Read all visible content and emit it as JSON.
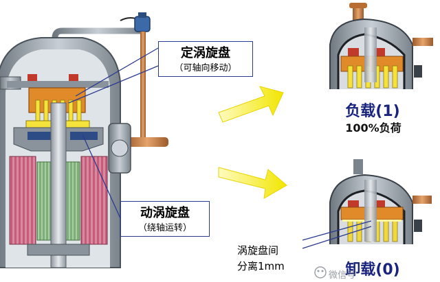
{
  "labels": {
    "fixed_scroll": "定涡旋盘",
    "fixed_scroll_note": "（可轴向移动）",
    "orbiting_scroll": "动涡旋盘",
    "orbiting_scroll_note": "（绕轴运转）",
    "loaded": "负载(1)",
    "loaded_percent": "100%负荷",
    "gap_line1": "涡旋盘间",
    "gap_line2": "分离1mm",
    "unloaded": "卸载(0)",
    "watermark": "微信号"
  },
  "colors": {
    "arrow": "#f2e600",
    "callout_border": "#2a3a8f",
    "shell_gray": "#9aa3ad",
    "copper": "#c8824a",
    "scroll_orange": "#e08a2a",
    "scroll_yellow": "#f5e23a",
    "motor_red": "#c24a6a"
  }
}
